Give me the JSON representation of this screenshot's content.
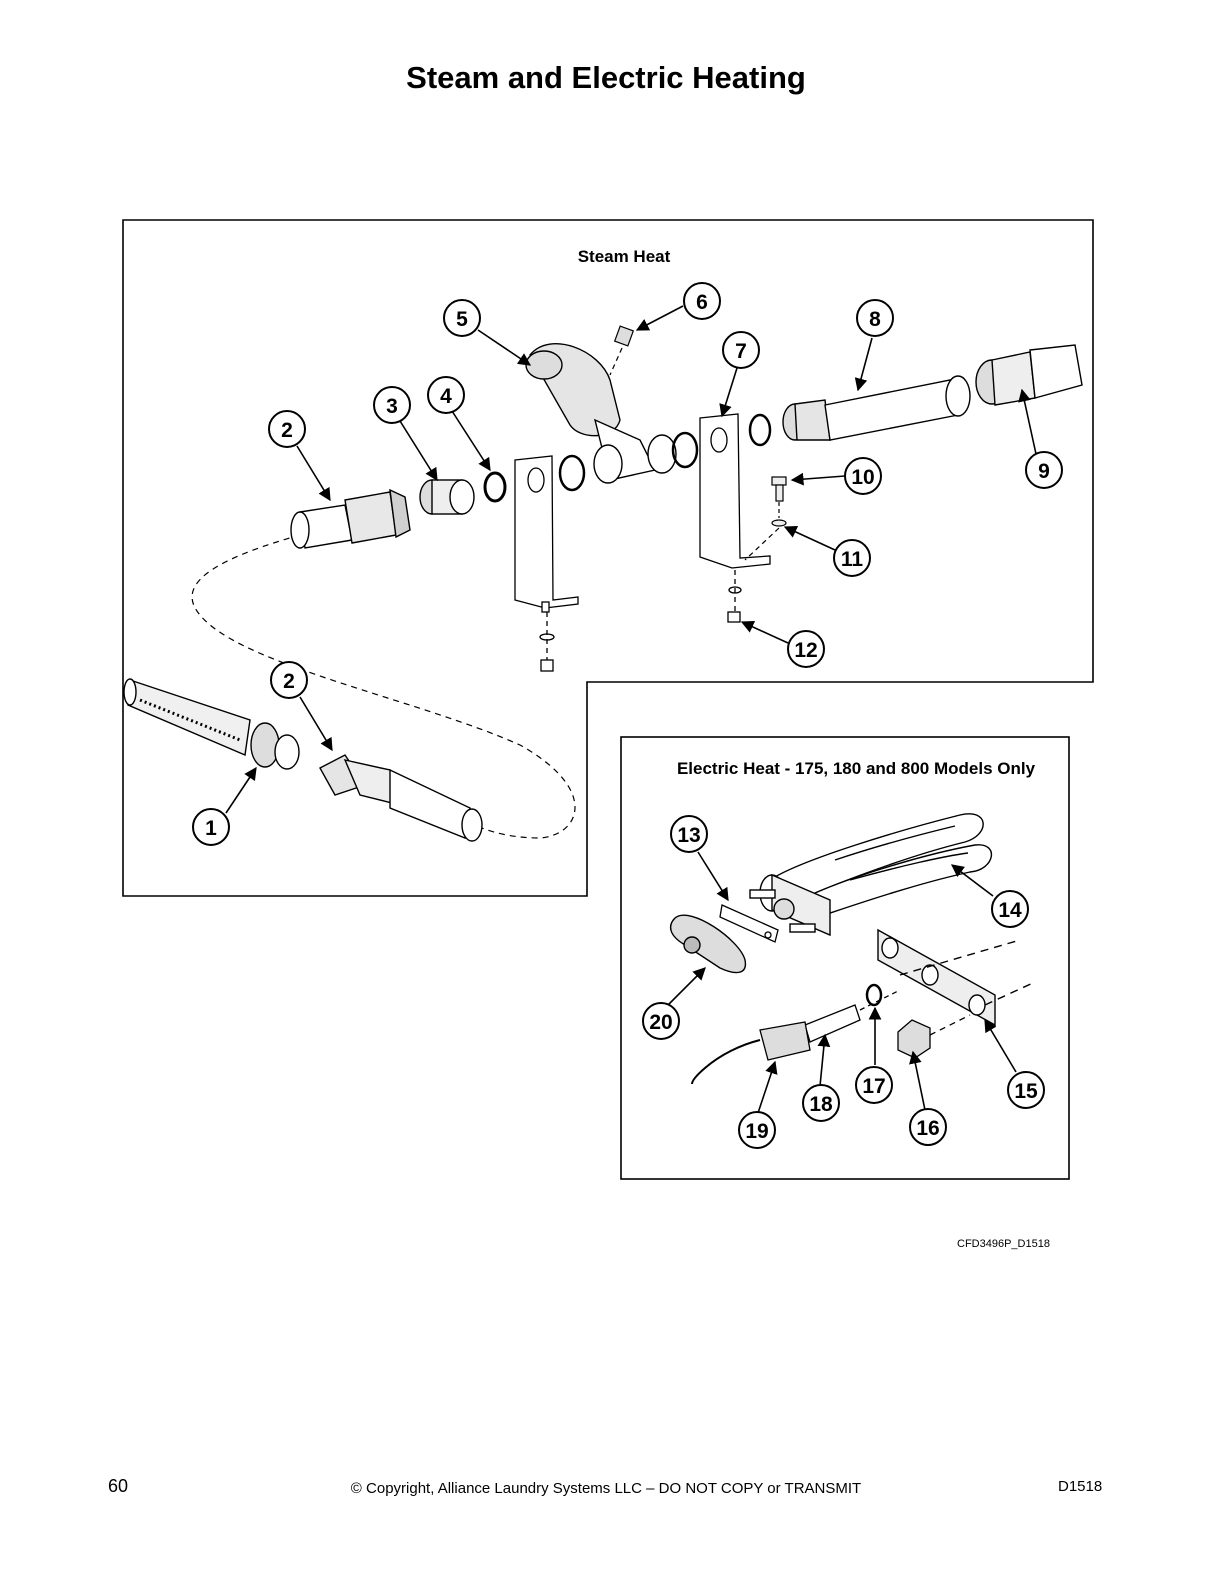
{
  "page": {
    "title": "Steam and Electric Heating",
    "drawing_ref": "CFD3496P_D1518",
    "footer": {
      "page_number": "60",
      "copyright": "© Copyright, Alliance Laundry Systems LLC – DO NOT COPY or TRANSMIT",
      "doc_code": "D1518"
    }
  },
  "steam_panel": {
    "title": "Steam Heat",
    "callouts": [
      "1",
      "2",
      "2",
      "3",
      "4",
      "5",
      "6",
      "7",
      "8",
      "9",
      "10",
      "11",
      "12"
    ]
  },
  "electric_panel": {
    "title": "Electric Heat - 175, 180 and 800 Models Only",
    "callouts": [
      "13",
      "14",
      "15",
      "16",
      "17",
      "18",
      "19",
      "20"
    ]
  }
}
